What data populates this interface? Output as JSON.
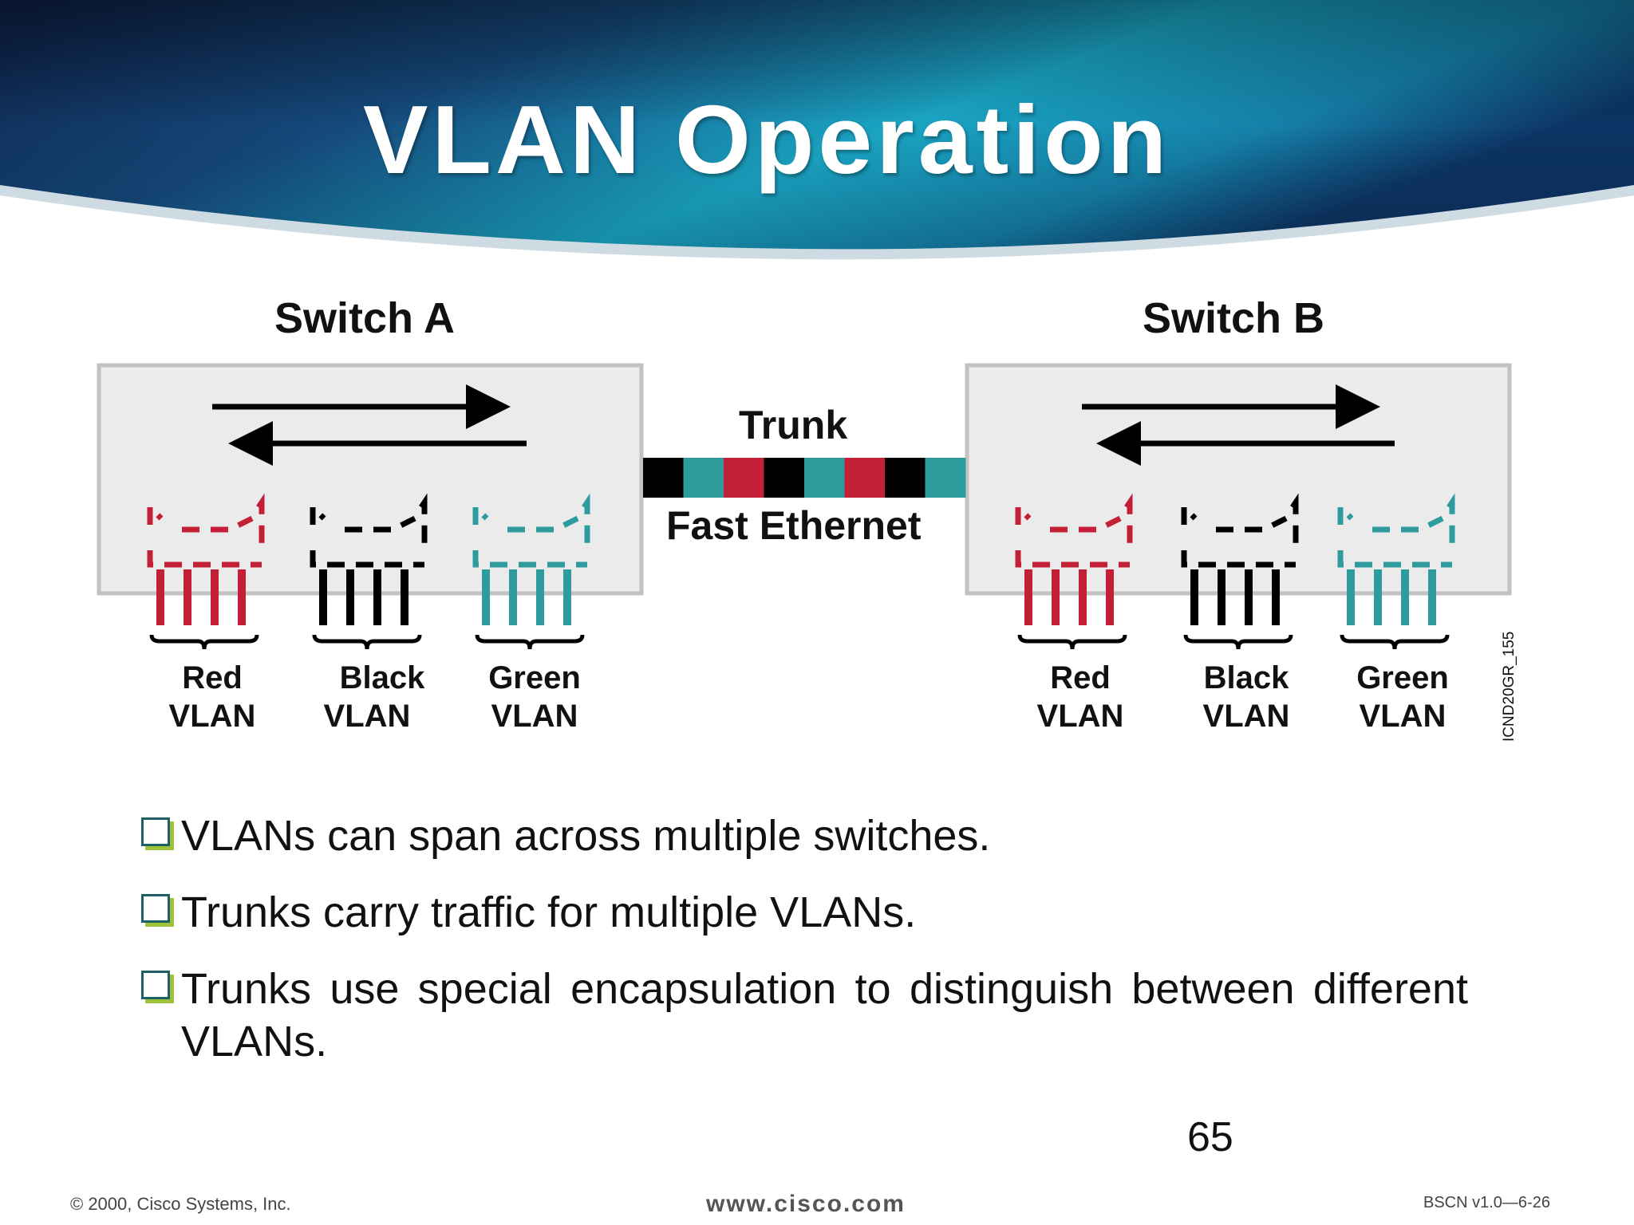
{
  "slide": {
    "title": "VLAN Operation",
    "page_number": "65"
  },
  "diagram": {
    "switch_a": {
      "label": "Switch A",
      "vlans": [
        {
          "line1": "Red",
          "line2": "VLAN",
          "color": "#c32038"
        },
        {
          "line1": "Black",
          "line2": "VLAN",
          "color": "#000000"
        },
        {
          "line1": "Green",
          "line2": "VLAN",
          "color": "#2e9b9c"
        }
      ]
    },
    "switch_b": {
      "label": "Switch B",
      "vlans": [
        {
          "line1": "Red",
          "line2": "VLAN",
          "color": "#c32038"
        },
        {
          "line1": "Black",
          "line2": "VLAN",
          "color": "#000000"
        },
        {
          "line1": "Green",
          "line2": "VLAN",
          "color": "#2e9b9c"
        }
      ]
    },
    "trunk": {
      "label": "Trunk",
      "sublabel": "Fast Ethernet",
      "segment_colors": [
        "#000000",
        "#2e9b9c",
        "#c32038",
        "#000000",
        "#2e9b9c",
        "#c32038",
        "#000000",
        "#2e9b9c"
      ]
    },
    "figure_id": "ICND20GR_155"
  },
  "bullets": [
    "VLANs can span across multiple switches.",
    "Trunks carry traffic for multiple VLANs.",
    "Trunks use special encapsulation to distinguish between different VLANs."
  ],
  "footer": {
    "copyright": "© 2000, Cisco Systems, Inc.",
    "url": "www.cisco.com",
    "course": "BSCN v1.0—6-26"
  },
  "colors": {
    "banner_dark": "#0c1e44",
    "banner_light": "#1aa6c4",
    "bullet_accent": "#9cc33a",
    "switch_fill": "#ebebeb"
  }
}
